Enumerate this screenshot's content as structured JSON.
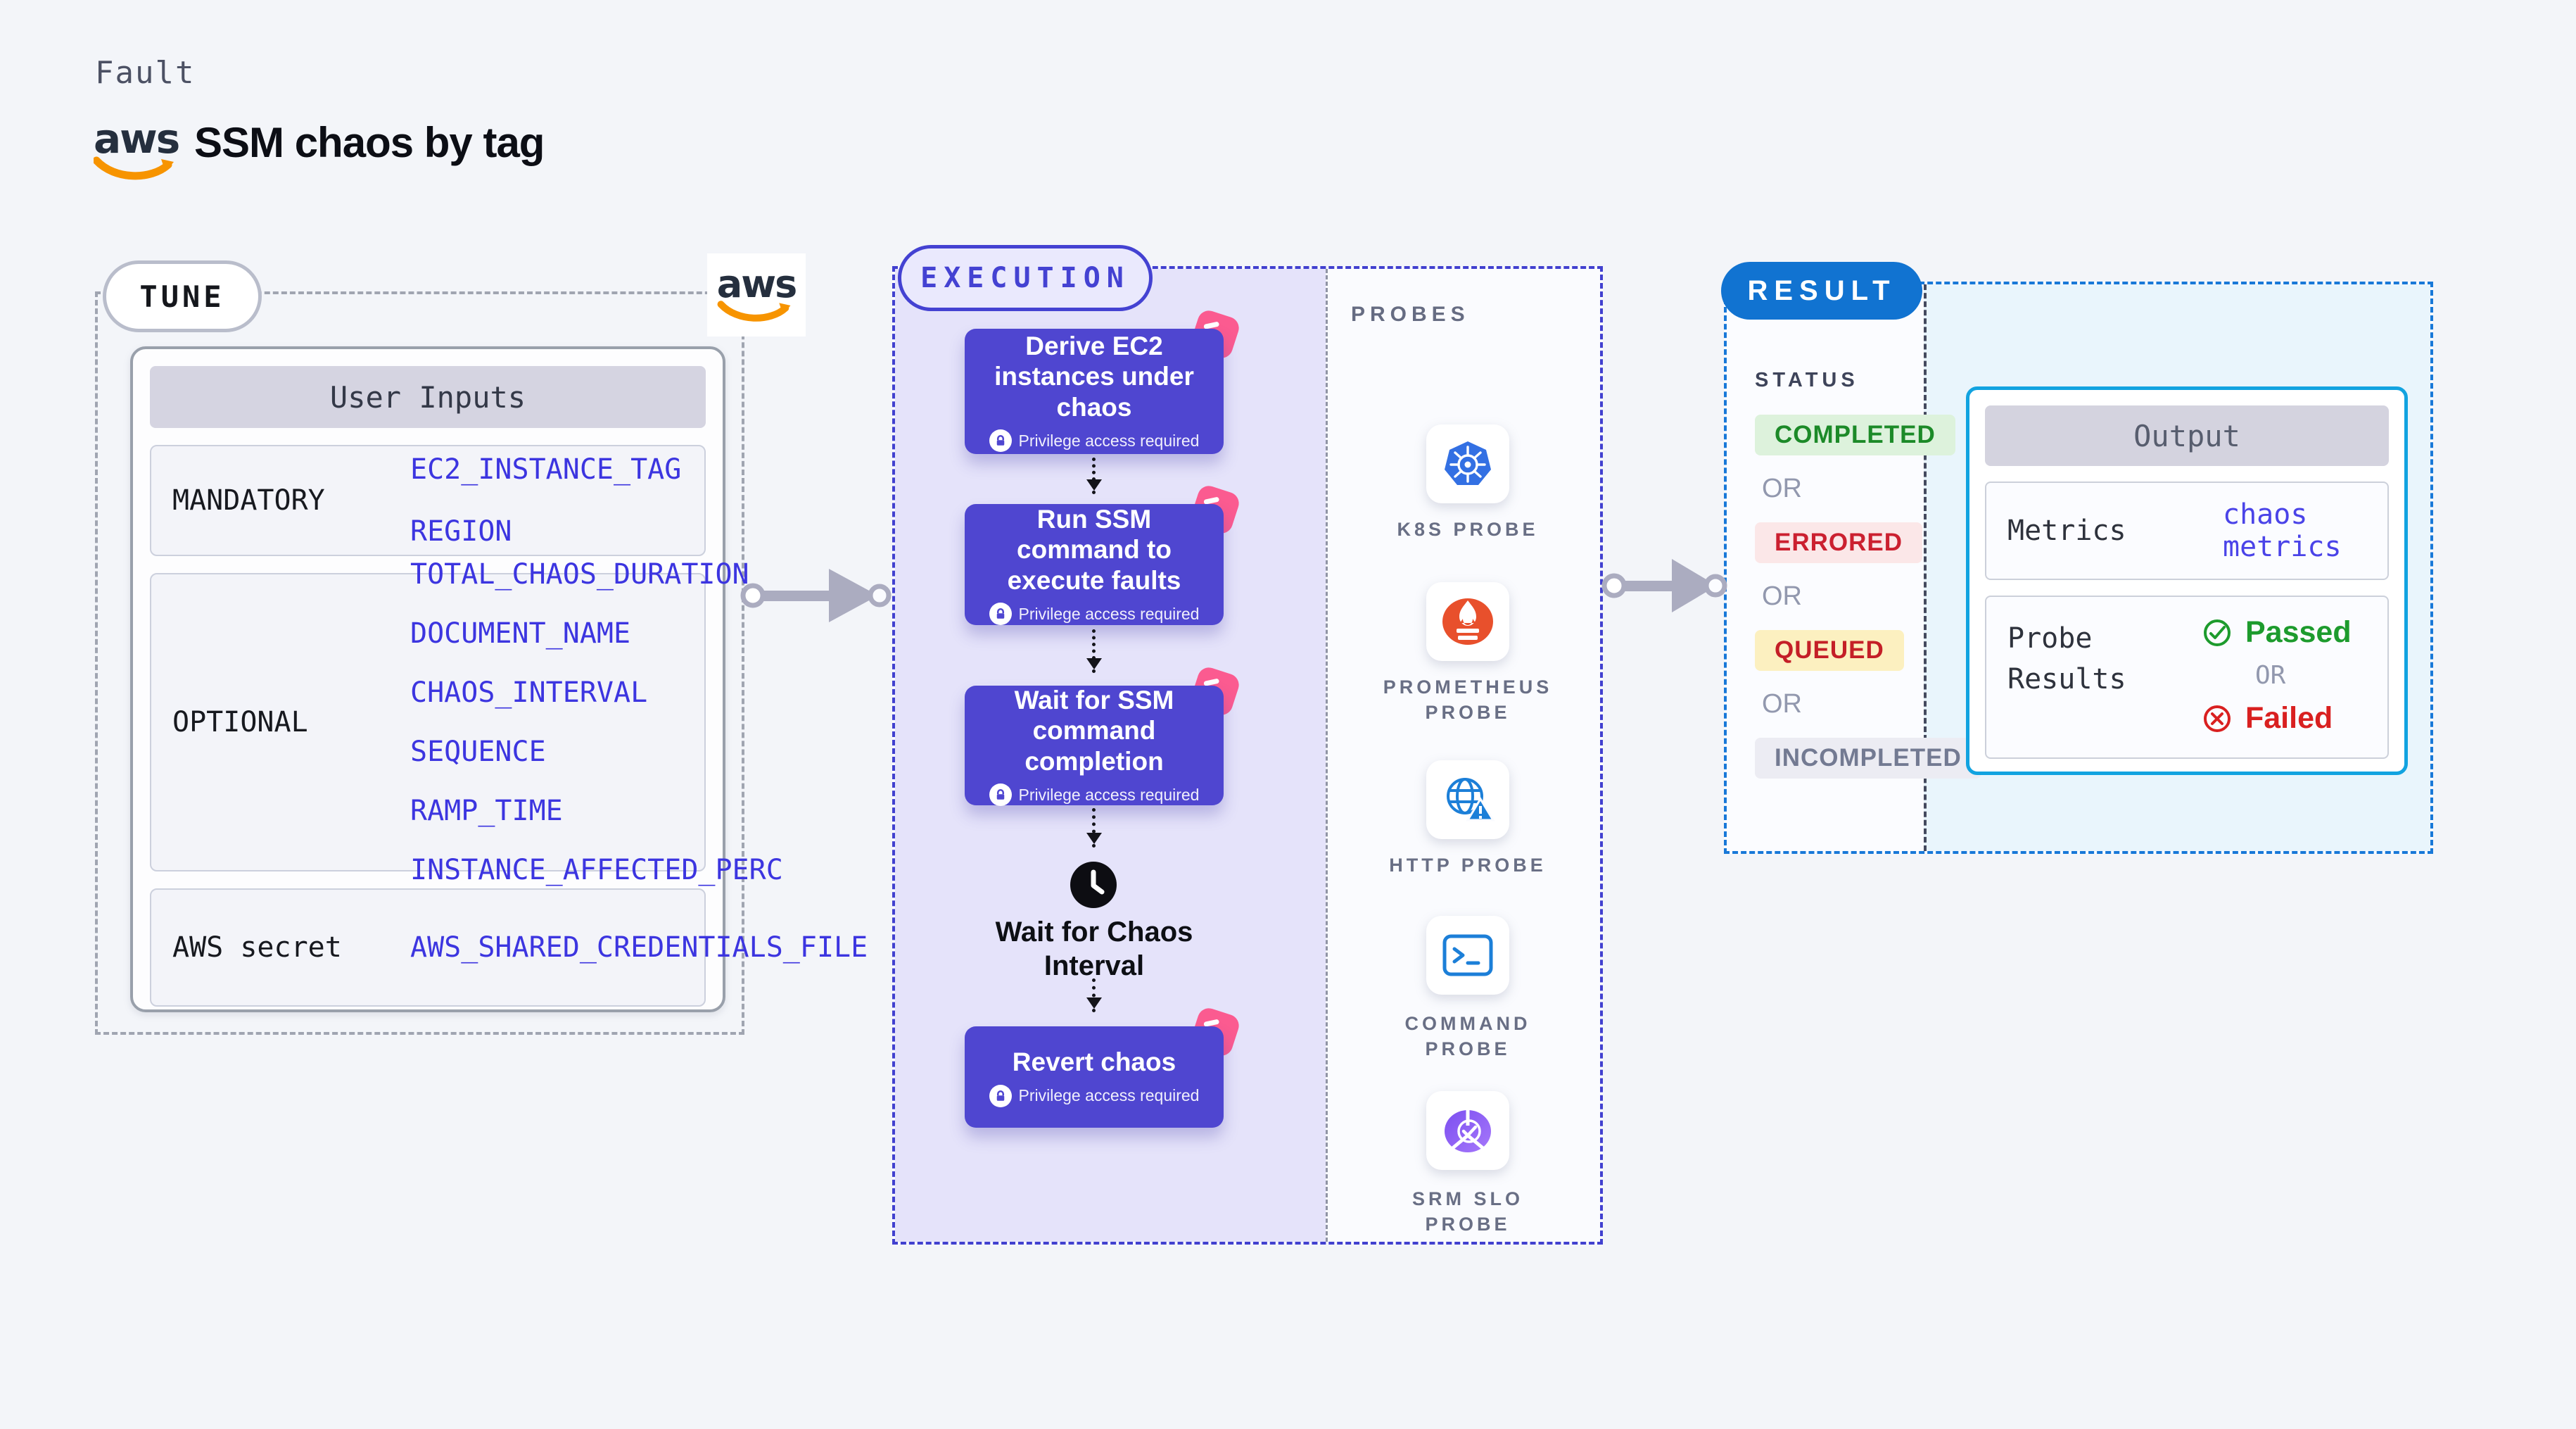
{
  "header": {
    "kicker": "Fault",
    "title": "SSM chaos by tag",
    "aws_wordmark": "aws"
  },
  "tune": {
    "pill_label": "TUNE",
    "table_title": "User Inputs",
    "rows": [
      {
        "label": "MANDATORY",
        "values": [
          "EC2_INSTANCE_TAG",
          "REGION"
        ]
      },
      {
        "label": "OPTIONAL",
        "values": [
          "TOTAL_CHAOS_DURATION",
          "DOCUMENT_NAME",
          "CHAOS_INTERVAL",
          "SEQUENCE",
          "RAMP_TIME",
          "INSTANCE_AFFECTED_PERC"
        ]
      },
      {
        "label": "AWS secret",
        "values": [
          "AWS_SHARED_CREDENTIALS_FILE"
        ]
      }
    ]
  },
  "execution": {
    "pill_label": "EXECUTION",
    "steps": [
      {
        "title": "Derive EC2 instances under chaos",
        "badge": "Privilege access required"
      },
      {
        "title": "Run SSM command to execute faults",
        "badge": "Privilege access required"
      },
      {
        "title": "Wait for SSM command completion",
        "badge": "Privilege access required"
      }
    ],
    "wait_label": "Wait for Chaos Interval",
    "final_step": {
      "title": "Revert chaos",
      "badge": "Privilege access required"
    }
  },
  "probes": {
    "heading": "PROBES",
    "items": [
      {
        "label": "K8S PROBE",
        "icon": "kubernetes-icon"
      },
      {
        "label": "PROMETHEUS PROBE",
        "icon": "prometheus-icon"
      },
      {
        "label": "HTTP PROBE",
        "icon": "http-globe-warning-icon"
      },
      {
        "label": "COMMAND PROBE",
        "icon": "terminal-icon"
      },
      {
        "label": "SRM SLO PROBE",
        "icon": "srm-slo-pie-check-icon"
      }
    ]
  },
  "result": {
    "pill_label": "RESULT",
    "status_heading": "STATUS",
    "or_label": "OR",
    "statuses": [
      {
        "label": "COMPLETED",
        "fg": "#1c8a28",
        "bg": "#ddf2dc"
      },
      {
        "label": "ERRORED",
        "fg": "#cb2030",
        "bg": "#fbe7e8"
      },
      {
        "label": "QUEUED",
        "fg": "#c41f27",
        "bg": "#fcf0c0"
      },
      {
        "label": "INCOMPLETED",
        "fg": "#737a92",
        "bg": "#ececf3"
      }
    ],
    "output": {
      "title": "Output",
      "metrics_label": "Metrics",
      "metrics_value": "chaos metrics",
      "probe_results_label": "Probe Results",
      "passed_label": "Passed",
      "or_label": "OR",
      "failed_label": "Failed"
    }
  },
  "colors": {
    "page_bg": "#f3f5f9",
    "step_purple": "#4f46d0",
    "execution_panel": "#e5e3fa",
    "execution_border": "#4140cf",
    "chaos_pink": "#fb5b90",
    "value_blue": "#3c35e0",
    "result_blue": "#1173d1",
    "result_border": "#1878d8",
    "output_border": "#12a3e0",
    "output_bg": "#e9f5fc",
    "aws_orange": "#f79400",
    "aws_navy": "#252f3e",
    "passed_green": "#1d9b2d",
    "failed_red": "#d92020"
  }
}
